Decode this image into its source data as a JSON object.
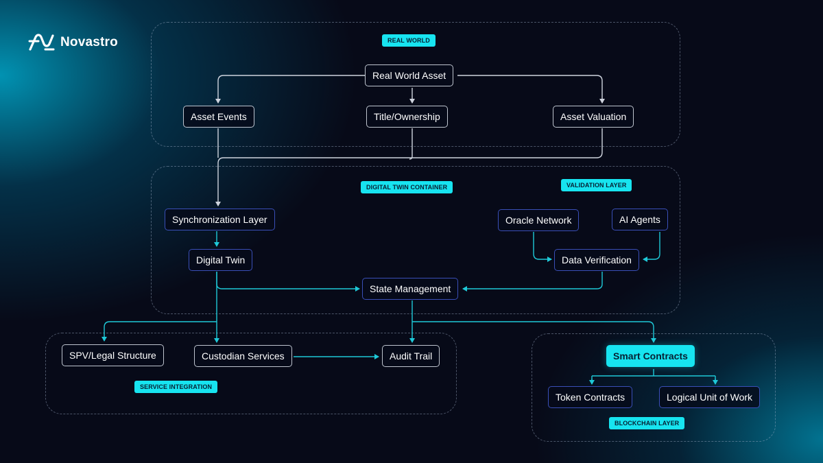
{
  "brand": {
    "name": "Novastro"
  },
  "containers": {
    "real_world": "REAL WORLD",
    "digital_twin": "DIGITAL TWIN CONTAINER",
    "validation": "VALIDATION LAYER",
    "service_integration": "SERVICE INTEGRATION",
    "blockchain": "BLOCKCHAIN LAYER"
  },
  "nodes": {
    "real_world_asset": "Real World Asset",
    "asset_events": "Asset Events",
    "title_ownership": "Title/Ownership",
    "asset_valuation": "Asset Valuation",
    "synchronization_layer": "Synchronization Layer",
    "digital_twin": "Digital Twin",
    "oracle_network": "Oracle Network",
    "ai_agents": "AI Agents",
    "data_verification": "Data Verification",
    "state_management": "State Management",
    "spv_legal": "SPV/Legal Structure",
    "custodian_services": "Custodian Services",
    "audit_trail": "Audit Trail",
    "smart_contracts": "Smart Contracts",
    "token_contracts": "Token Contracts",
    "logical_unit": "Logical Unit of Work"
  },
  "colors": {
    "accent": "#17e4f0",
    "white_line": "#cfd4de",
    "teal_line": "#1ec9d8",
    "blue_border": "#3a4fb8"
  }
}
